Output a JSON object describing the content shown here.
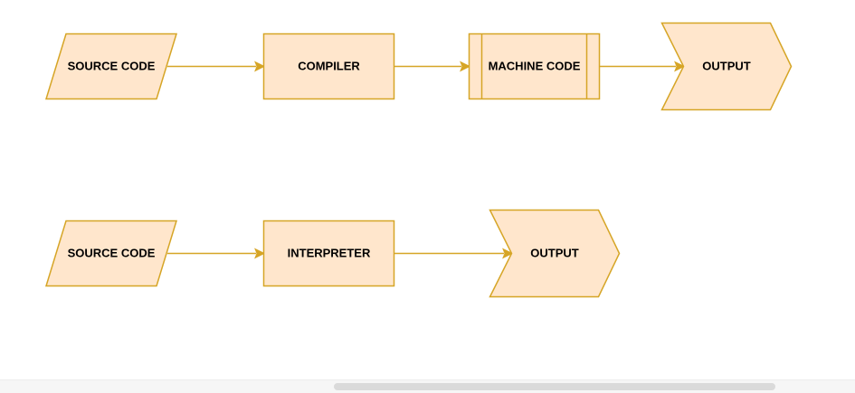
{
  "diagram": {
    "rows": [
      {
        "nodes": [
          {
            "label": "SOURCE CODE",
            "shape": "parallelogram"
          },
          {
            "label": "COMPILER",
            "shape": "rectangle"
          },
          {
            "label": "MACHINE CODE",
            "shape": "predefined-process"
          },
          {
            "label": "OUTPUT",
            "shape": "chevron-step"
          }
        ]
      },
      {
        "nodes": [
          {
            "label": "SOURCE CODE",
            "shape": "parallelogram"
          },
          {
            "label": "INTERPRETER",
            "shape": "rectangle"
          },
          {
            "label": "OUTPUT",
            "shape": "chevron-step"
          }
        ]
      }
    ],
    "colors": {
      "node_fill": "#ffe6cc",
      "node_stroke": "#d6a526",
      "edge": "#d6a526",
      "text": "#000000"
    }
  }
}
